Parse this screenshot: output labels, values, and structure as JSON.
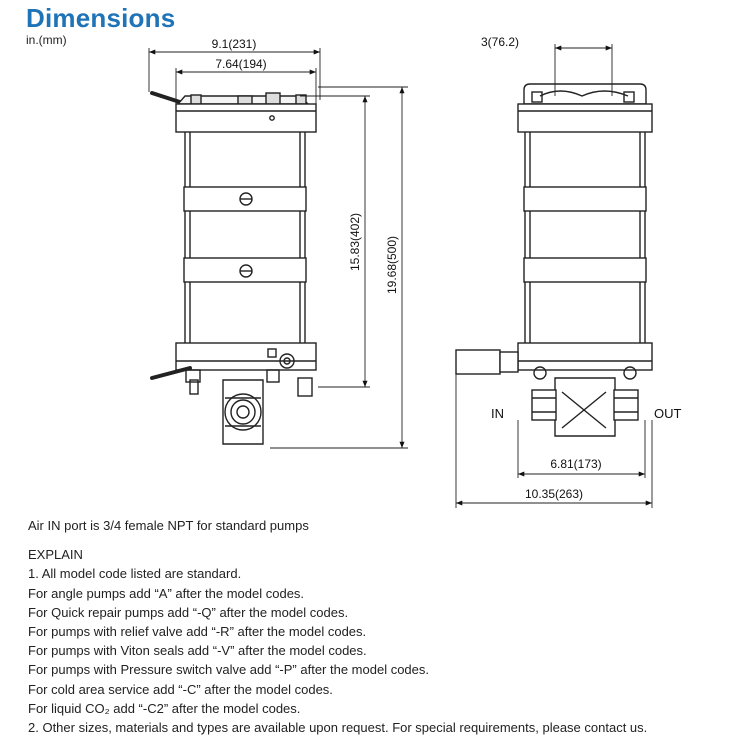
{
  "header": {
    "title": "Dimensions",
    "unit_note": "in.(mm)"
  },
  "front_view": {
    "width_overall": "9.1(231)",
    "width_body": "7.64(194)",
    "height_body": "15.83(402)",
    "height_overall": "19.68(500)"
  },
  "side_view": {
    "top_width": "3(76.2)",
    "port_spacing": "6.81(173)",
    "overall_width": "10.35(263)",
    "in_label": "IN",
    "out_label": "OUT"
  },
  "notes": {
    "air_port": "Air IN port is 3/4 female NPT for standard pumps",
    "explain_heading": "EXPLAIN",
    "lines": [
      "1. All model code listed are standard.",
      "For angle pumps add “A” after the model codes.",
      "For Quick repair pumps add “-Q” after the model codes.",
      "For  pumps with relief valve add “-R” after the model codes.",
      "For  pumps with Viton seals add “-V” after the model codes.",
      "For  pumps with Pressure switch valve add “-P” after the model codes.",
      "For cold area service add “-C” after the model codes.",
      "For liquid CO₂ add “-C2” after the model codes.",
      "2. Other sizes, materials and types are available upon request. For special requirements, please contact us."
    ]
  }
}
